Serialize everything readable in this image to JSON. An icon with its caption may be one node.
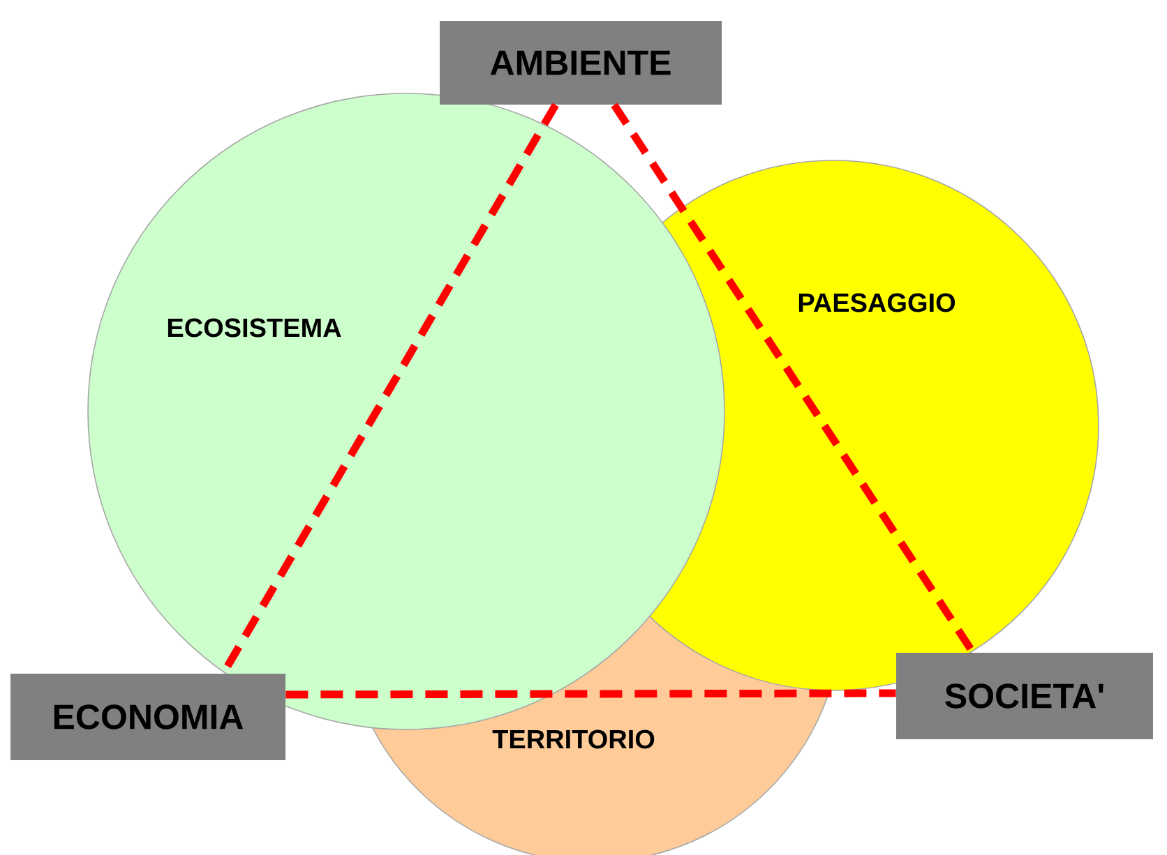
{
  "diagram": {
    "nodes": [
      {
        "text": [
          "AMBIENTE"
        ]
      },
      {
        "text": [
          "ECOSISTEMA"
        ]
      },
      {
        "text": [
          "PAESAGGIO"
        ]
      },
      {
        "text": [
          "ECONOMIA"
        ]
      },
      {
        "text": [
          "SOCIETA'"
        ]
      },
      {
        "text": [
          "TERRITORIO"
        ]
      }
    ],
    "edges": [
      {
        "from": 0,
        "to": 3,
        "arrow": "none",
        "style": "dashed",
        "color": "#ff0000"
      },
      {
        "from": 0,
        "to": 4,
        "arrow": "none",
        "style": "dashed",
        "color": "#ff0000"
      },
      {
        "from": 3,
        "to": 4,
        "arrow": "none",
        "style": "dashed",
        "color": "#ff0000"
      }
    ]
  }
}
